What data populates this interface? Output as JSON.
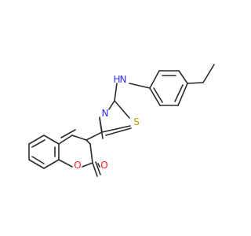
{
  "molecule": {
    "atoms": {
      "n_amine": "N",
      "h_amine": "H",
      "n_thiazole": "N",
      "s_thiazole": "S",
      "o_ring": "O",
      "o_carbonyl": "O"
    },
    "colors": {
      "bond": "#2b2b2b",
      "nitrogen": "#2c2cff",
      "sulfur": "#b8a200",
      "oxygen": "#ff2020"
    }
  }
}
